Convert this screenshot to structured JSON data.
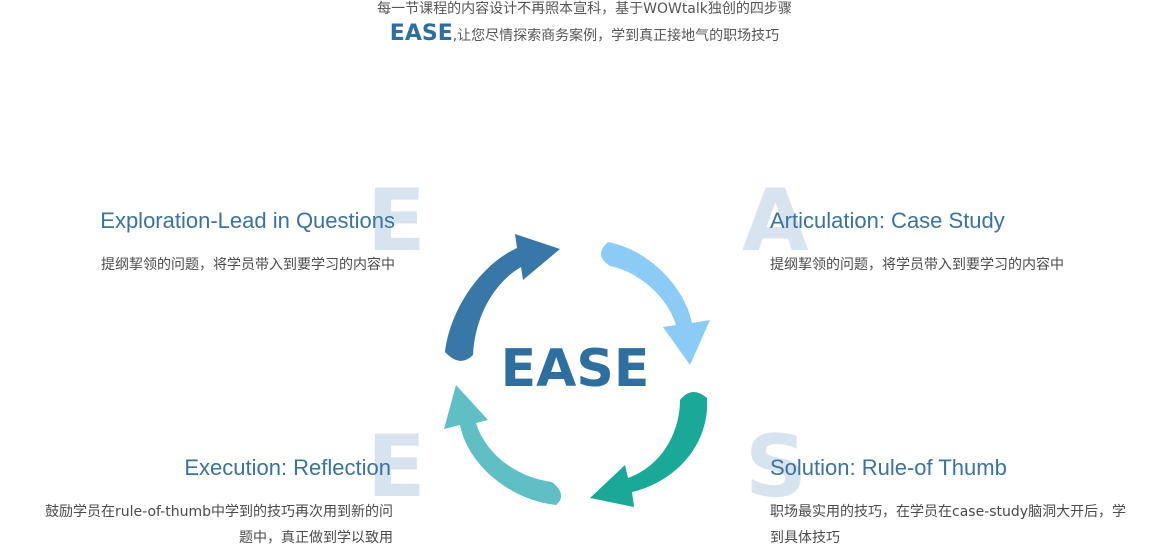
{
  "intro": {
    "line1": "每一节课程的内容设计不再照本宣科，基于WOWtalk独创的四步骤",
    "line2_strong": "EASE",
    "line2_rest": ",让您尽情探索商务案例，学到真正接地气的职场技巧"
  },
  "center_label": "EASE",
  "steps": {
    "e1": {
      "letter": "E",
      "title": "Exploration-Lead in Questions",
      "desc": "提纲挈领的问题，将学员带入到要学习的内容中"
    },
    "a": {
      "letter": "A",
      "title": "Articulation: Case Study",
      "desc": "提纲挈领的问题，将学员带入到要学习的内容中"
    },
    "s": {
      "letter": "S",
      "title": "Solution: Rule-of Thumb",
      "desc_line1": "职场最实用的技巧，在学员在case-study脑洞大开后，学",
      "desc_line2": "到具体技巧"
    },
    "e2": {
      "letter": "E",
      "title": "Execution: Reflection",
      "desc_line1": "鼓励学员在rule-of-thumb中学到的技巧再次用到新的问",
      "desc_line2": "题中，真正做到学以致用"
    }
  },
  "colors": {
    "arrow_top_left": "#3877a8",
    "arrow_top_right": "#8ccbf5",
    "arrow_bottom_right": "#1aa898",
    "arrow_bottom_left": "#5fbfc4",
    "title": "#3a72a0",
    "letter_bg": "#d7e3ee"
  }
}
